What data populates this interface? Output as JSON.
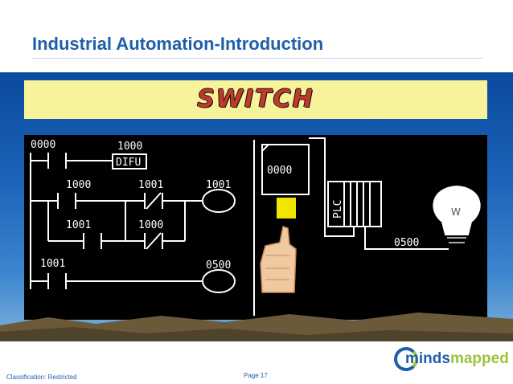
{
  "slide": {
    "title": "Industrial Automation-Introduction",
    "classification": "Classification: Restricted",
    "page": "Page 17"
  },
  "figure": {
    "banner": "SWITCH",
    "ladder": {
      "addr_0000": "0000",
      "addr_1000_top": "1000",
      "difu": "DIFU",
      "addr_1000_mid": "1000",
      "addr_1001_a": "1001",
      "coil_1001": "1001",
      "addr_1001_b": "1001",
      "addr_1000_b": "1000",
      "addr_1001_c": "1001",
      "coil_0500": "0500"
    },
    "hardware": {
      "switch_display": "0000",
      "plc_label": "PLC",
      "output_addr": "0500",
      "bulb_mark": "W"
    }
  },
  "logo": {
    "part1": "minds",
    "part2": "mapped"
  },
  "colors": {
    "title": "#1f5fa8",
    "banner_bg": "#f7f39a",
    "banner_text": "#c0392b",
    "button": "#f2e600"
  }
}
